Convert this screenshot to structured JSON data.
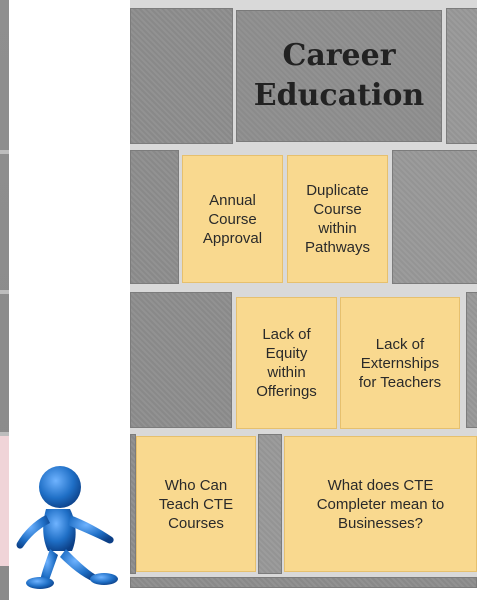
{
  "diagram": {
    "title": "Career\nEducation",
    "notes": [
      {
        "id": "annual-course-approval",
        "text": "Annual\nCourse\nApproval"
      },
      {
        "id": "duplicate-course",
        "text": "Duplicate\nCourse\nwithin\nPathways"
      },
      {
        "id": "lack-of-equity",
        "text": "Lack of\nEquity\nwithin\nOfferings"
      },
      {
        "id": "lack-of-externships",
        "text": "Lack of\nExternships\nfor Teachers"
      },
      {
        "id": "who-can-teach",
        "text": "Who Can\nTeach CTE\nCourses"
      },
      {
        "id": "cte-completer",
        "text": "What does CTE\nCompleter mean to\nBusinesses?"
      }
    ]
  },
  "colors": {
    "note_fill": "#f9d98f",
    "brick": "#8e8e8e",
    "mortar": "#d9d9d9",
    "figure": "#1f6fc6"
  },
  "icons": {
    "figure": "walking-person-icon"
  }
}
